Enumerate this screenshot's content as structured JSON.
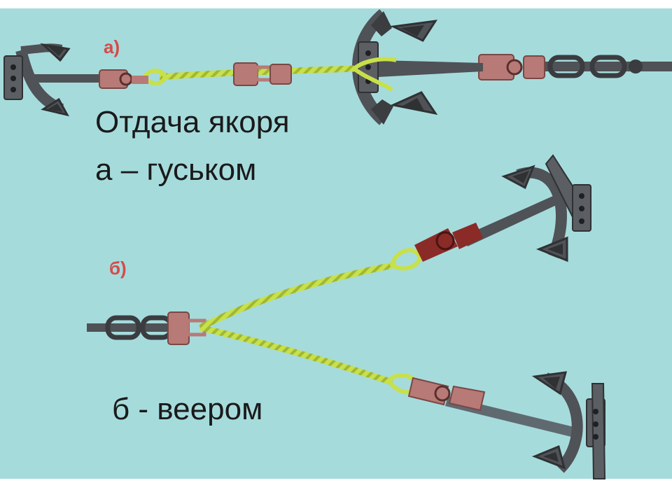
{
  "colors": {
    "water": "#a6dbdc",
    "anchor": "#4f5256",
    "anchor_dark": "#2f3133",
    "shackle": "#b87a76",
    "shackle_dark": "#8a2b28",
    "rope": "#c8e04a",
    "rope_dark": "#8ea32a",
    "tag": "#d64a4a",
    "text": "#1a1a1a"
  },
  "labels": {
    "tag_a": "а)",
    "tag_b": "б)",
    "caption_a_line1": "Отдача якоря",
    "caption_a_line2": "а – гуськом",
    "caption_b": "б - веером"
  },
  "icons": {
    "anchor": "anchor-icon",
    "shackle": "shackle-icon",
    "chain": "chain-link-icon",
    "rope": "rope-icon"
  }
}
